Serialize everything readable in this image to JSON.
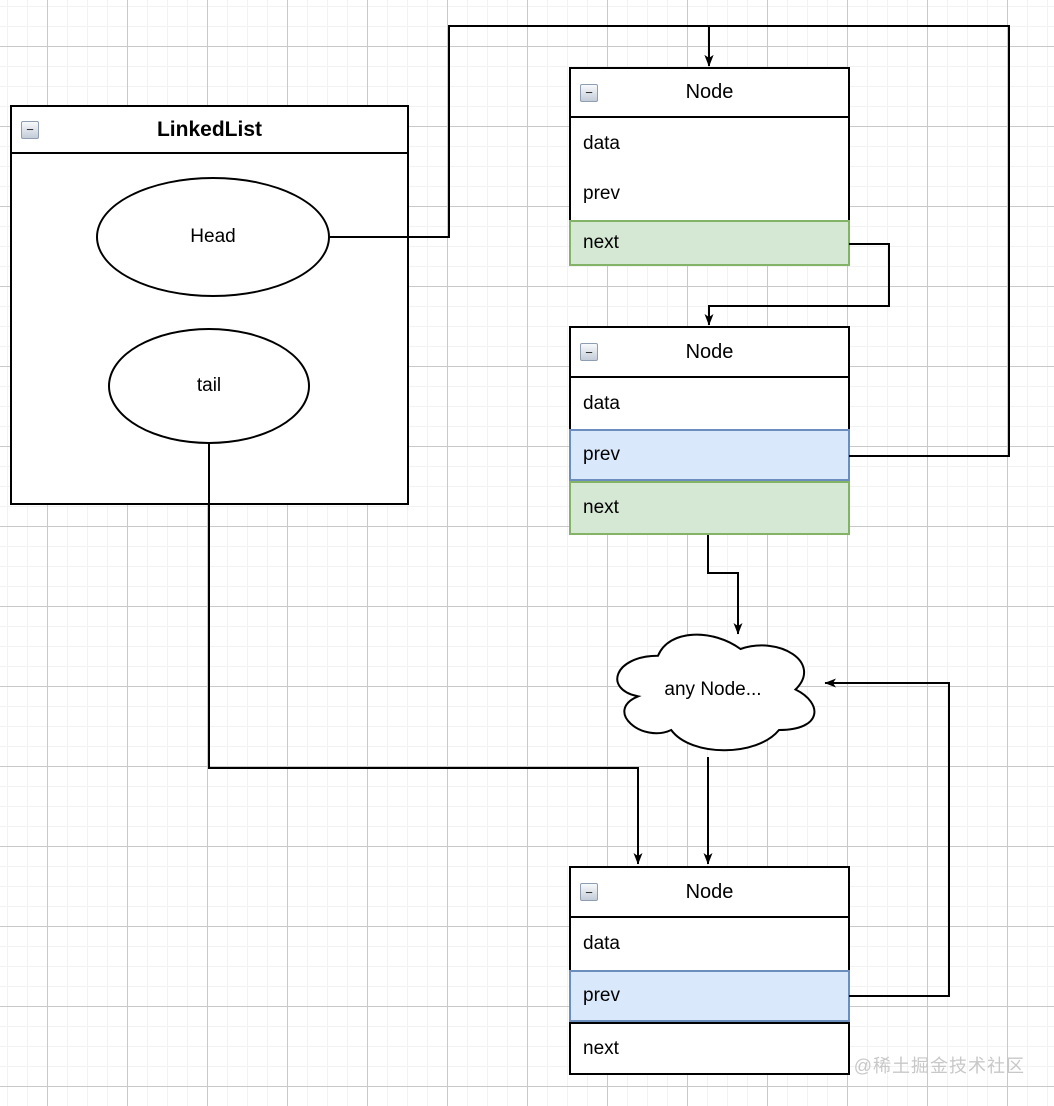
{
  "linkedlist": {
    "title": "LinkedList",
    "collapse_glyph": "−",
    "head_label": "Head",
    "tail_label": "tail"
  },
  "nodes": {
    "top": {
      "title": "Node",
      "collapse_glyph": "−",
      "rows": [
        {
          "label": "data"
        },
        {
          "label": "prev"
        },
        {
          "label": "next"
        }
      ]
    },
    "middle": {
      "title": "Node",
      "collapse_glyph": "−",
      "rows": [
        {
          "label": "data"
        },
        {
          "label": "prev"
        },
        {
          "label": "next"
        }
      ]
    },
    "bottom": {
      "title": "Node",
      "collapse_glyph": "−",
      "rows": [
        {
          "label": "data"
        },
        {
          "label": "prev"
        },
        {
          "label": "next"
        }
      ]
    }
  },
  "cloud": {
    "label": "any Node..."
  },
  "watermark": "@稀土掘金技术社区",
  "colors": {
    "line": "#000000",
    "green_fill": "#d5e8d4",
    "green_stroke": "#82b366",
    "blue_fill": "#dae8fc",
    "blue_stroke": "#6c8ebf",
    "grid_minor": "#f2f2f2",
    "grid_major": "#c9c9c9",
    "watermark_text": "#c8c8c8"
  }
}
